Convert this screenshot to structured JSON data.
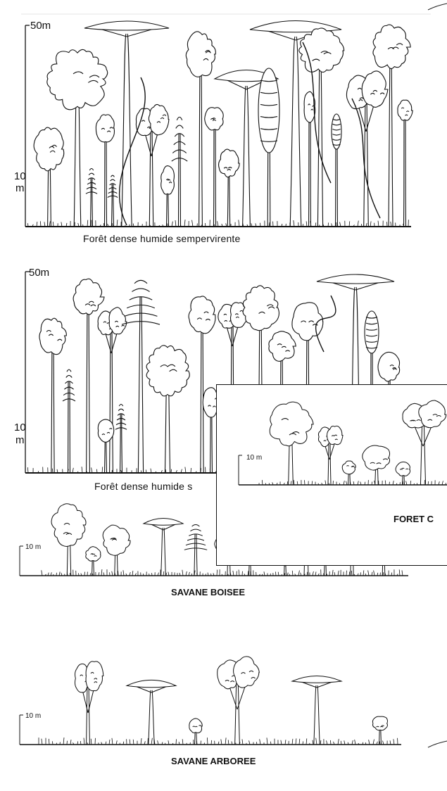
{
  "panels": [
    {
      "id": "evergreen",
      "caption": "Forêt dense humide sempervirente",
      "scale_top": "50m",
      "scale_low_a": "10",
      "scale_low_b": "m"
    },
    {
      "id": "semideciduous",
      "caption": "Forêt dense humide s",
      "scale_top": "50m",
      "scale_low_a": "10",
      "scale_low_b": "m"
    },
    {
      "id": "inset",
      "caption": "FORET C",
      "scale": "10 m"
    },
    {
      "id": "savane-boisee",
      "caption": "SAVANE BOISEE",
      "scale": "10 m"
    },
    {
      "id": "savane-arboree",
      "caption": "SAVANE ARBOREE",
      "scale": "10 m"
    }
  ],
  "colors": {
    "ink": "#111111",
    "paper": "#ffffff"
  }
}
